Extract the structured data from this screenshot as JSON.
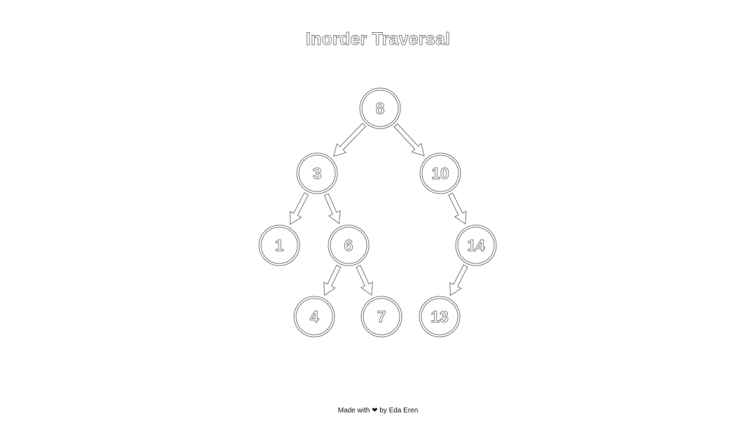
{
  "title": "Inorder Traversal",
  "footer": {
    "prefix": "Made with",
    "heart_icon": "heart-icon",
    "suffix": "by Eda Eren"
  },
  "colors": {
    "outline": "#777777",
    "background": "#ffffff"
  },
  "tree": {
    "nodes": [
      {
        "id": "n8",
        "label": "8"
      },
      {
        "id": "n3",
        "label": "3"
      },
      {
        "id": "n10",
        "label": "10"
      },
      {
        "id": "n1",
        "label": "1"
      },
      {
        "id": "n6",
        "label": "6"
      },
      {
        "id": "n14",
        "label": "14"
      },
      {
        "id": "n4",
        "label": "4"
      },
      {
        "id": "n7",
        "label": "7"
      },
      {
        "id": "n13",
        "label": "13"
      }
    ],
    "edges": [
      {
        "from": "n8",
        "to": "n3"
      },
      {
        "from": "n8",
        "to": "n10"
      },
      {
        "from": "n3",
        "to": "n1"
      },
      {
        "from": "n3",
        "to": "n6"
      },
      {
        "from": "n10",
        "to": "n14"
      },
      {
        "from": "n6",
        "to": "n4"
      },
      {
        "from": "n6",
        "to": "n7"
      },
      {
        "from": "n14",
        "to": "n13"
      }
    ]
  }
}
